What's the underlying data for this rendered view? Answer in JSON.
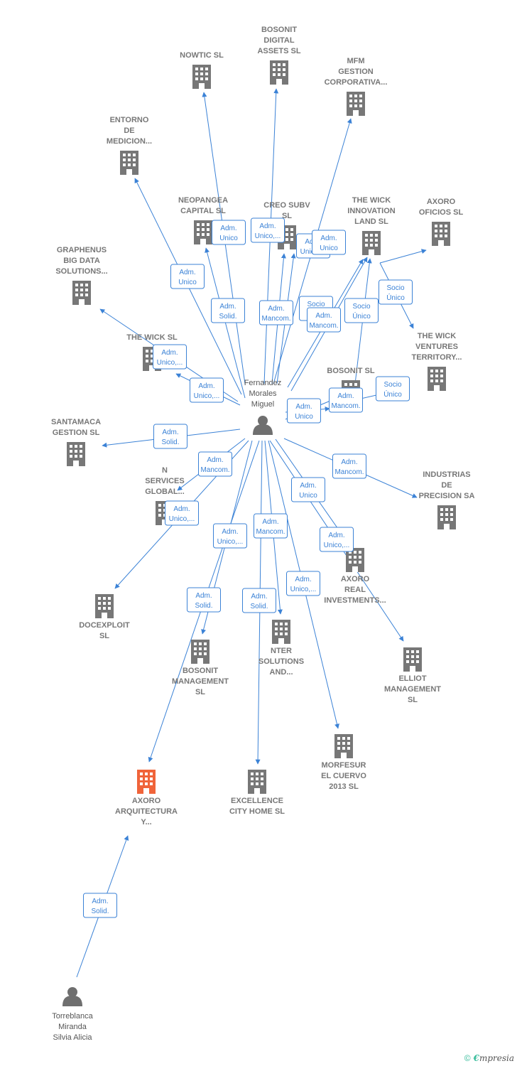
{
  "colors": {
    "edge": "#3b82d6",
    "building": "#777777",
    "highlight": "#f0643a",
    "person": "#6f6f6f"
  },
  "nodes": [
    {
      "id": "nowtic",
      "type": "company",
      "label": [
        "NOWTIC  SL"
      ]
    },
    {
      "id": "bosonit_digital",
      "type": "company",
      "label": [
        "BOSONIT",
        "DIGITAL",
        "ASSETS  SL"
      ]
    },
    {
      "id": "mfm",
      "type": "company",
      "label": [
        "MFM",
        "GESTION",
        "CORPORATIVA..."
      ]
    },
    {
      "id": "entorno",
      "type": "company",
      "label": [
        "ENTORNO",
        "DE",
        "MEDICION..."
      ]
    },
    {
      "id": "neopangea",
      "type": "company",
      "label": [
        "NEOPANGEA",
        "CAPITAL  SL"
      ]
    },
    {
      "id": "creo",
      "type": "company",
      "label": [
        "CREO SUBV",
        "SL"
      ]
    },
    {
      "id": "thewick_innov",
      "type": "company",
      "label": [
        "THE WICK",
        "INNOVATION",
        "LAND  SL"
      ]
    },
    {
      "id": "axoro_oficios",
      "type": "company",
      "label": [
        "AXORO",
        "OFICIOS  SL"
      ]
    },
    {
      "id": "graphenus",
      "type": "company",
      "label": [
        "GRAPHENUS",
        "BIG DATA",
        "SOLUTIONS..."
      ]
    },
    {
      "id": "thewick_sl",
      "type": "company",
      "label": [
        "THE WICK  SL"
      ]
    },
    {
      "id": "thewick_ventures",
      "type": "company",
      "label": [
        "THE WICK",
        "VENTURES",
        "TERRITORY..."
      ]
    },
    {
      "id": "bosonit_sl",
      "type": "company",
      "label": [
        "BOSONIT  SL"
      ]
    },
    {
      "id": "santamaca",
      "type": "company",
      "label": [
        "SANTAMACA",
        "GESTION  SL"
      ]
    },
    {
      "id": "nservices",
      "type": "company",
      "label": [
        "N",
        "SERVICES",
        "GLOBAL..."
      ]
    },
    {
      "id": "industrias",
      "type": "company",
      "label": [
        "INDUSTRIAS",
        "DE",
        "PRECISION SA"
      ]
    },
    {
      "id": "axoro_real",
      "type": "company",
      "label": [
        "AXORO",
        "REAL",
        "INVESTMENTS..."
      ]
    },
    {
      "id": "docexploit",
      "type": "company",
      "label": [
        "DOCEXPLOIT",
        "SL"
      ]
    },
    {
      "id": "bosonit_mgmt",
      "type": "company",
      "label": [
        "BOSONIT",
        "MANAGEMENT",
        "SL"
      ]
    },
    {
      "id": "nter",
      "type": "company",
      "label": [
        "NTER",
        "SOLUTIONS",
        "AND..."
      ]
    },
    {
      "id": "elliot",
      "type": "company",
      "label": [
        "ELLIOT",
        "MANAGEMENT",
        "SL"
      ]
    },
    {
      "id": "morfesur",
      "type": "company",
      "label": [
        "MORFESUR",
        "EL CUERVO",
        "2013  SL"
      ]
    },
    {
      "id": "axoro_arq",
      "type": "company",
      "highlight": true,
      "label": [
        "AXORO",
        "ARQUITECTURA",
        "Y..."
      ]
    },
    {
      "id": "excellence",
      "type": "company",
      "label": [
        "EXCELLENCE",
        "CITY HOME  SL"
      ]
    },
    {
      "id": "fernandez",
      "type": "person",
      "label": [
        "Fernandez",
        "Morales",
        "Miguel"
      ]
    },
    {
      "id": "torreblanca",
      "type": "person",
      "label": [
        "Torreblanca",
        "Miranda",
        "Silvia Alicia"
      ]
    }
  ],
  "edges": [
    {
      "from": "fernandez",
      "to": "nowtic",
      "label": [
        "Adm.",
        "Unico"
      ]
    },
    {
      "from": "fernandez",
      "to": "bosonit_digital",
      "label": [
        "Adm.",
        "Unico,..."
      ]
    },
    {
      "from": "fernandez",
      "to": "mfm",
      "label": [
        "Adm.",
        "Unico,..."
      ]
    },
    {
      "from": "fernandez",
      "to": "entorno",
      "label": [
        "Adm.",
        "Unico"
      ]
    },
    {
      "from": "fernandez",
      "to": "neopangea",
      "label": [
        "Adm.",
        "Solid."
      ]
    },
    {
      "from": "fernandez",
      "to": "creo",
      "label": [
        "Adm.",
        "Mancom."
      ]
    },
    {
      "from": "fernandez",
      "to": "creo",
      "label": [
        "Adm.",
        "Unico"
      ]
    },
    {
      "from": "fernandez",
      "to": "thewick_innov",
      "label": [
        "Socio",
        "Único"
      ]
    },
    {
      "from": "fernandez",
      "to": "thewick_innov",
      "label": [
        "Adm.",
        "Mancom."
      ]
    },
    {
      "from": "bosonit_sl",
      "to": "thewick_innov",
      "label": [
        "Socio",
        "Único"
      ]
    },
    {
      "from": "thewick_innov",
      "to": "axoro_oficios",
      "label": [
        "Socio",
        "Único"
      ]
    },
    {
      "from": "thewick_innov",
      "to": "thewick_ventures",
      "label": []
    },
    {
      "from": "fernandez",
      "to": "graphenus",
      "label": [
        "Adm.",
        "Unico,..."
      ]
    },
    {
      "from": "fernandez",
      "to": "thewick_sl",
      "label": [
        "Adm.",
        "Unico,..."
      ]
    },
    {
      "from": "fernandez",
      "to": "bosonit_sl",
      "label": [
        "Adm.",
        "Mancom."
      ]
    },
    {
      "from": "fernandez",
      "to": "bosonit_sl",
      "label": [
        "Adm.",
        "Unico"
      ]
    },
    {
      "from": "bosonit_sl",
      "to": "bosonit_sl",
      "label": [
        "Socio",
        "Único"
      ]
    },
    {
      "from": "fernandez",
      "to": "santamaca",
      "label": [
        "Adm.",
        "Solid."
      ]
    },
    {
      "from": "fernandez",
      "to": "nservices",
      "label": [
        "Adm.",
        "Mancom."
      ]
    },
    {
      "from": "fernandez",
      "to": "industrias",
      "label": [
        "Adm.",
        "Mancom."
      ]
    },
    {
      "from": "fernandez",
      "to": "axoro_real",
      "label": [
        "Adm.",
        "Unico"
      ]
    },
    {
      "from": "fernandez",
      "to": "docexploit",
      "label": [
        "Adm.",
        "Unico,..."
      ]
    },
    {
      "from": "fernandez",
      "to": "bosonit_mgmt",
      "label": [
        "Adm.",
        "Unico,..."
      ]
    },
    {
      "from": "fernandez",
      "to": "nter",
      "label": [
        "Adm.",
        "Mancom."
      ]
    },
    {
      "from": "fernandez",
      "to": "elliot",
      "label": [
        "Adm.",
        "Unico,..."
      ]
    },
    {
      "from": "fernandez",
      "to": "morfesur",
      "label": [
        "Adm.",
        "Unico,..."
      ]
    },
    {
      "from": "fernandez",
      "to": "axoro_arq",
      "label": [
        "Adm.",
        "Solid."
      ]
    },
    {
      "from": "fernandez",
      "to": "excellence",
      "label": [
        "Adm.",
        "Solid."
      ]
    },
    {
      "from": "torreblanca",
      "to": "axoro_arq",
      "label": [
        "Adm.",
        "Solid."
      ]
    }
  ],
  "footer": {
    "copyright": "©",
    "brand_initial": "€",
    "brand_rest": "mpresia"
  }
}
